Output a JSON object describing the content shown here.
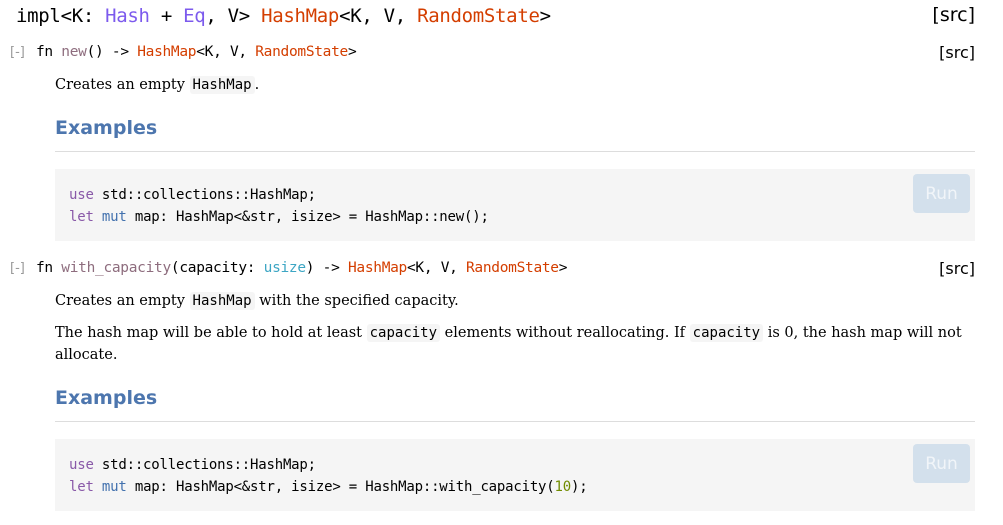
{
  "impl": {
    "keyword": "impl",
    "open": "<K: ",
    "trait1": "Hash",
    "plus": " + ",
    "trait2": "Eq",
    "mid": ", V> ",
    "struct": "HashMap",
    "generics_open": "<K, V, ",
    "state": "RandomState",
    "close": ">",
    "src_label": "[src]"
  },
  "methods": [
    {
      "toggle": "[-]",
      "fn_kw": "fn ",
      "name": "new",
      "params_open": "(",
      "param_name": "",
      "param_type": "",
      "params_close": ")",
      "arrow": " -> ",
      "ret_struct": "HashMap",
      "ret_generics": "<K, V, ",
      "ret_state": "RandomState",
      "ret_close": ">",
      "src_label": "[src]",
      "desc_before": "Creates an empty ",
      "desc_code": "HashMap",
      "desc_after": ".",
      "examples_heading": "Examples",
      "code": {
        "line1_kw": "use",
        "line1_rest": " std::collections::HashMap;",
        "line2_kw1": "let",
        "line2_kw2": "mut",
        "line2_rest": " map: HashMap<&str, isize> = HashMap::new();",
        "line2_num": "",
        "line2_end": ""
      },
      "run_label": "Run"
    },
    {
      "toggle": "[-]",
      "fn_kw": "fn ",
      "name": "with_capacity",
      "params_open": "(",
      "param_name": "capacity: ",
      "param_type": "usize",
      "params_close": ")",
      "arrow": " -> ",
      "ret_struct": "HashMap",
      "ret_generics": "<K, V, ",
      "ret_state": "RandomState",
      "ret_close": ">",
      "src_label": "[src]",
      "desc_before": "Creates an empty ",
      "desc_code": "HashMap",
      "desc_after": " with the specified capacity.",
      "para2_a": "The hash map will be able to hold at least ",
      "para2_code1": "capacity",
      "para2_b": " elements without reallocating. If ",
      "para2_code2": "capacity",
      "para2_c": " is 0, the hash map will not allocate.",
      "examples_heading": "Examples",
      "code": {
        "line1_kw": "use",
        "line1_rest": " std::collections::HashMap;",
        "line2_kw1": "let",
        "line2_kw2": "mut",
        "line2_rest": " map: HashMap<&str, isize> = HashMap::with_capacity(",
        "line2_num": "10",
        "line2_end": ");"
      },
      "run_label": "Run"
    }
  ]
}
